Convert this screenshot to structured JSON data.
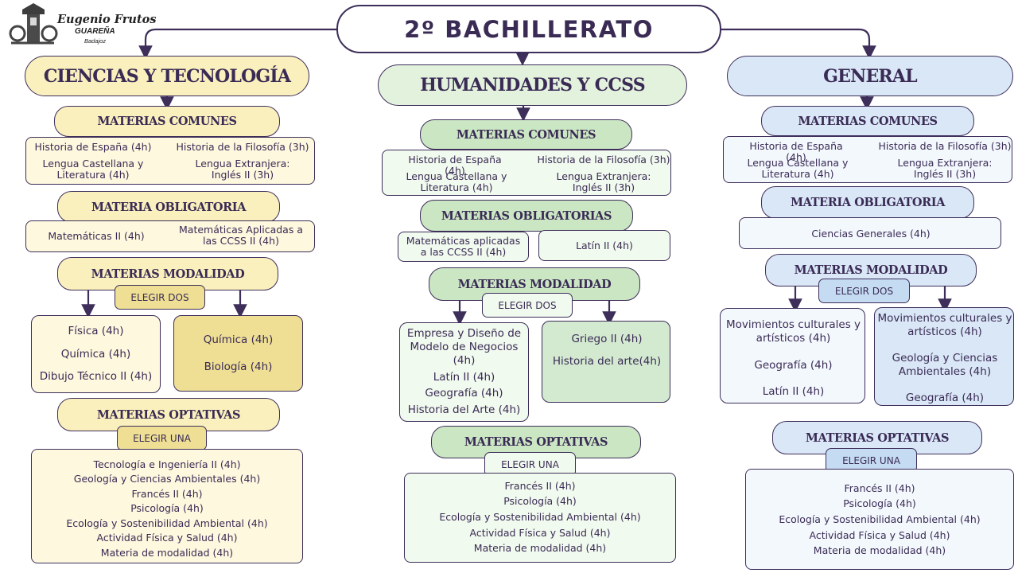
{
  "logo": {
    "name": "Eugenio Frutos",
    "school": "GUAREÑA",
    "town": "Badajoz"
  },
  "title": "2º BACHILLERATO",
  "colors": {
    "ciencias": "#faf0bd",
    "humanidades": "#e3f2dd",
    "general": "#d9e7f6",
    "outline": "#3d2e5a"
  },
  "ciencias": {
    "title": "CIENCIAS Y TECNOLOGÍA",
    "comunes": {
      "title": "MATERIAS COMUNES",
      "items": [
        "Historia de España (4h)",
        "Historia de la Filosofía (3h)",
        "Lengua Castellana y Literatura (4h)",
        "Lengua Extranjera: Inglés II (3h)"
      ]
    },
    "obligatoria": {
      "title": "MATERIA OBLIGATORIA",
      "items": [
        "Matemáticas II (4h)",
        "Matemáticas Aplicadas a las CCSS II (4h)"
      ]
    },
    "modalidad": {
      "title": "MATERIAS MODALIDAD",
      "tag": "ELEGIR DOS",
      "left": [
        "Física (4h)",
        "Química (4h)",
        "Dibujo Técnico II (4h)"
      ],
      "right": [
        "Química (4h)",
        "Biología (4h)"
      ]
    },
    "optativas": {
      "title": "MATERIAS OPTATIVAS",
      "tag": "ELEGIR UNA",
      "items": [
        "Tecnología e Ingeniería II (4h)",
        "Geología y Ciencias Ambientales (4h)",
        "Francés II (4h)",
        "Psicología (4h)",
        "Ecología y Sostenibilidad Ambiental (4h)",
        "Actividad Física y Salud (4h)",
        "Materia de modalidad (4h)"
      ]
    }
  },
  "humanidades": {
    "title": "HUMANIDADES Y CCSS",
    "comunes": {
      "title": "MATERIAS COMUNES",
      "items": [
        "Historia de España (4h)",
        "Historia de la Filosofía (3h)",
        "Lengua Castellana y Literatura (4h)",
        "Lengua Extranjera: Inglés II (3h)"
      ]
    },
    "obligatorias": {
      "title": "MATERIAS OBLIGATORIAS",
      "items": [
        "Matemáticas aplicadas a las CCSS II (4h)",
        "Latín II (4h)"
      ]
    },
    "modalidad": {
      "title": "MATERIAS MODALIDAD",
      "tag": "ELEGIR DOS",
      "left": [
        "Empresa y Diseño de Modelo de Negocios (4h)",
        "Latín II (4h)",
        "Geografía (4h)",
        "Historia del Arte (4h)"
      ],
      "right": [
        "Griego II (4h)",
        "Historia del arte(4h)"
      ]
    },
    "optativas": {
      "title": "MATERIAS OPTATIVAS",
      "tag": "ELEGIR UNA",
      "items": [
        "Francés II (4h)",
        "Psicología (4h)",
        "Ecología y Sostenibilidad Ambiental (4h)",
        "Actividad Física y Salud (4h)",
        "Materia de modalidad (4h)"
      ]
    }
  },
  "general": {
    "title": "GENERAL",
    "comunes": {
      "title": "MATERIAS COMUNES",
      "items": [
        "Historia de España (4h)",
        "Historia de la Filosofía (3h)",
        "Lengua Castellana y Literatura (4h)",
        "Lengua Extranjera: Inglés II (3h)"
      ]
    },
    "obligatoria": {
      "title": "MATERIA OBLIGATORIA",
      "items": [
        "Ciencias Generales (4h)"
      ]
    },
    "modalidad": {
      "title": "MATERIAS MODALIDAD",
      "tag": "ELEGIR DOS",
      "left": [
        "Movimientos culturales y artísticos (4h)",
        "Geografía (4h)",
        "Latín II (4h)"
      ],
      "right": [
        "Movimientos culturales y artísticos (4h)",
        "Geología y Ciencias Ambientales (4h)",
        "Geografía (4h)"
      ]
    },
    "optativas": {
      "title": "MATERIAS OPTATIVAS",
      "tag": "ELEGIR UNA",
      "items": [
        "Francés II (4h)",
        "Psicología (4h)",
        "Ecología y Sostenibilidad Ambiental (4h)",
        "Actividad Física y Salud (4h)",
        "Materia de modalidad (4h)"
      ]
    }
  }
}
